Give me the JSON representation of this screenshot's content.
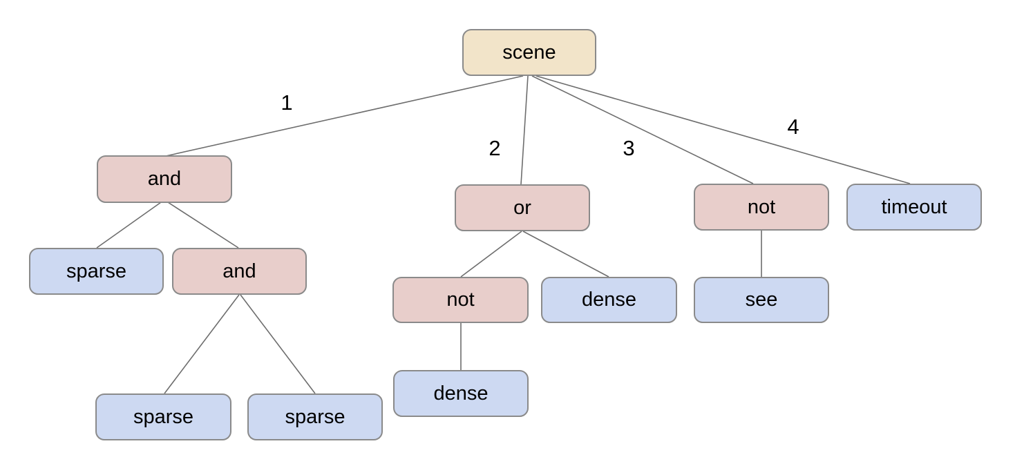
{
  "diagram": {
    "type": "tree",
    "colors": {
      "background": "#ffffff",
      "root_fill": "#f2e4c9",
      "operator_fill": "#e8cecb",
      "leaf_fill": "#cdd9f2",
      "node_border": "#8a8a8a",
      "edge_line": "#6d6d6d",
      "text": "#000000"
    },
    "edge_labels": {
      "e1": "1",
      "e2": "2",
      "e3": "3",
      "e4": "4"
    },
    "nodes": {
      "scene": {
        "label": "scene",
        "type": "root"
      },
      "and1": {
        "label": "and",
        "type": "operator"
      },
      "or1": {
        "label": "or",
        "type": "operator"
      },
      "not1": {
        "label": "not",
        "type": "operator"
      },
      "timeout1": {
        "label": "timeout",
        "type": "leaf"
      },
      "sparse1": {
        "label": "sparse",
        "type": "leaf"
      },
      "and2": {
        "label": "and",
        "type": "operator"
      },
      "not2": {
        "label": "not",
        "type": "operator"
      },
      "dense1": {
        "label": "dense",
        "type": "leaf"
      },
      "see1": {
        "label": "see",
        "type": "leaf"
      },
      "sparse2": {
        "label": "sparse",
        "type": "leaf"
      },
      "sparse3": {
        "label": "sparse",
        "type": "leaf"
      },
      "dense2": {
        "label": "dense",
        "type": "leaf"
      }
    },
    "hierarchy": {
      "label": "scene",
      "children": [
        {
          "edge": "1",
          "label": "and",
          "children": [
            {
              "label": "sparse"
            },
            {
              "label": "and",
              "children": [
                {
                  "label": "sparse"
                },
                {
                  "label": "sparse"
                }
              ]
            }
          ]
        },
        {
          "edge": "2",
          "label": "or",
          "children": [
            {
              "label": "not",
              "children": [
                {
                  "label": "dense"
                }
              ]
            },
            {
              "label": "dense"
            }
          ]
        },
        {
          "edge": "3",
          "label": "not",
          "children": [
            {
              "label": "see"
            }
          ]
        },
        {
          "edge": "4",
          "label": "timeout"
        }
      ]
    }
  }
}
